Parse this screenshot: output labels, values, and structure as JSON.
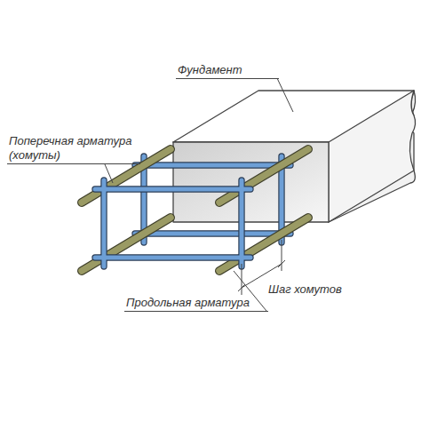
{
  "diagram": {
    "labels": [
      "Фундамент",
      "Поперечная арматура (хомуты)",
      "Продольная арматура",
      "Шаг хомутов"
    ]
  }
}
